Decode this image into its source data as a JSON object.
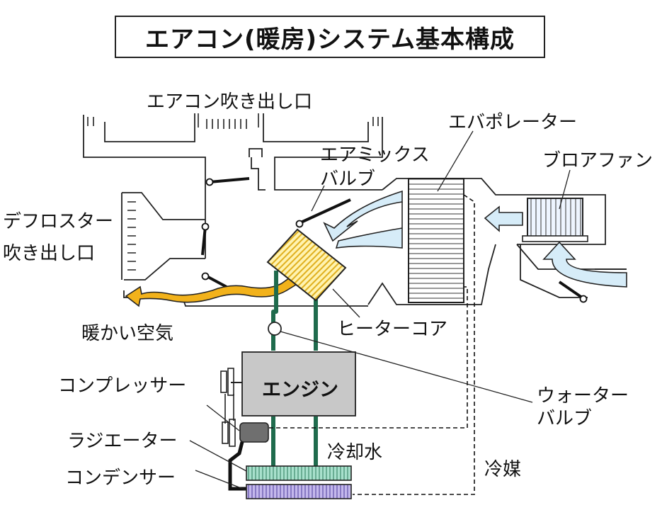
{
  "title": "エアコン(暖房)システム基本構成",
  "labels": {
    "outlet": "エアコン吹き出し口",
    "evaporator": "エバポレーター",
    "air_mix_line1": "エアミックス",
    "air_mix_line2": "バルブ",
    "blower_fan": "ブロアファン",
    "defroster_line1": "デフロスター",
    "defroster_line2": "吹き出し口",
    "warm_air": "暖かい空気",
    "heater_core": "ヒーターコア",
    "engine": "エンジン",
    "compressor": "コンプレッサー",
    "water_valve_line1": "ウォーター",
    "water_valve_line2": "バルブ",
    "radiator": "ラジエーター",
    "coolant": "冷却水",
    "refrigerant": "冷媒",
    "condenser": "コンデンサー"
  },
  "colors": {
    "coolant_pipe": "#1f6b4d",
    "heater_core_fill": "#fff3b0",
    "heater_core_stripe": "#e0b020",
    "warm_air_arrow": "#f2b21b",
    "air_flow_arrow": "#d6ecf8",
    "engine_fill": "#c8c8c8",
    "radiator_fill": "#a8e0cc",
    "condenser_fill": "#c4b8ec",
    "compressor_fill": "#6f6f6f"
  }
}
